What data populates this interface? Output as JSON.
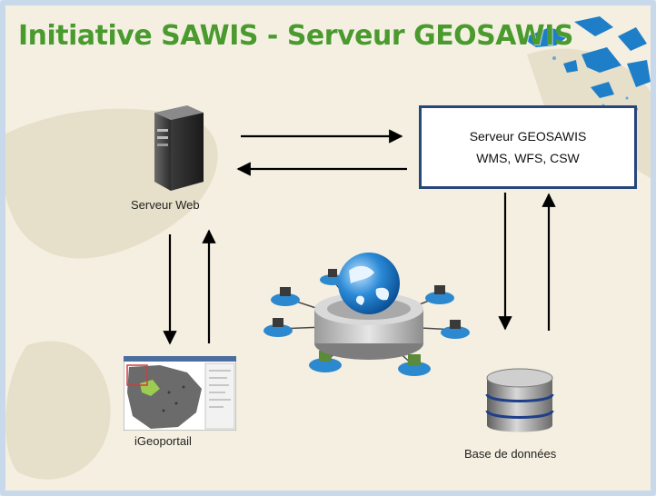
{
  "slide": {
    "title": "Initiative SAWIS - Serveur GEOSAWIS"
  },
  "nodes": {
    "web_server": {
      "label": "Serveur Web"
    },
    "geosawis_server": {
      "line1": "Serveur GEOSAWIS",
      "line2": "WMS, WFS, CSW"
    },
    "geoportal": {
      "label": "iGeoportail"
    },
    "database": {
      "label": "Base de données"
    }
  },
  "colors": {
    "title": "#4a9a2e",
    "box_border": "#27467a",
    "map_decoration": "#1e7fc8",
    "background": "#f4efe0"
  },
  "icons": [
    "server-icon",
    "network-globe-icon",
    "geoportal-screenshot-icon",
    "database-icon"
  ]
}
